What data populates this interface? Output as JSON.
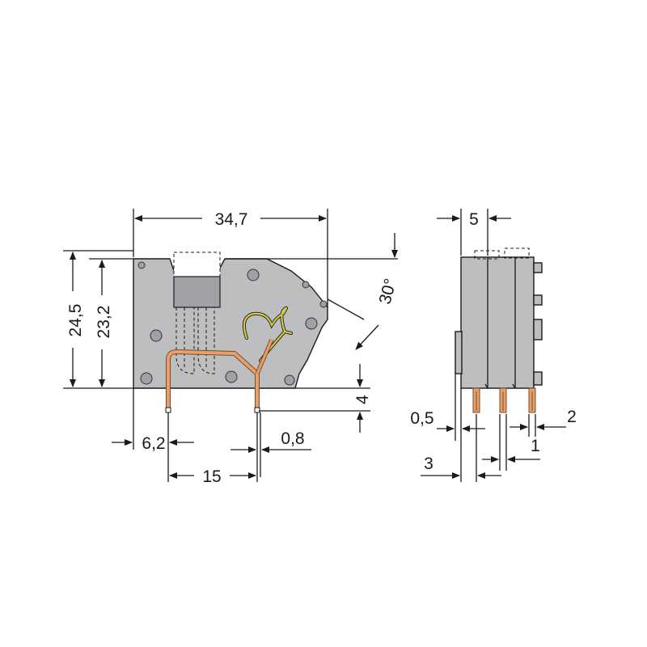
{
  "colors": {
    "housing": "#bdbec0",
    "housing_dark": "#9fa1a4",
    "pin": "#e8a06b",
    "pin_edge": "#7a4a2a",
    "spring": "#d8c84a",
    "line": "#1a1a1a"
  },
  "dimensions": {
    "width_front": "34,7",
    "height_total": "24,5",
    "height_body": "23,2",
    "angle": "30°",
    "pin_length": "4",
    "pin_offset_left": "6,2",
    "pin_spacing": "15",
    "pin_thickness": "0,8",
    "width_side": "5",
    "side_gap": "0,5",
    "side_offset": "3",
    "side_pin_pitch": "1",
    "side_pin_right": "2"
  }
}
